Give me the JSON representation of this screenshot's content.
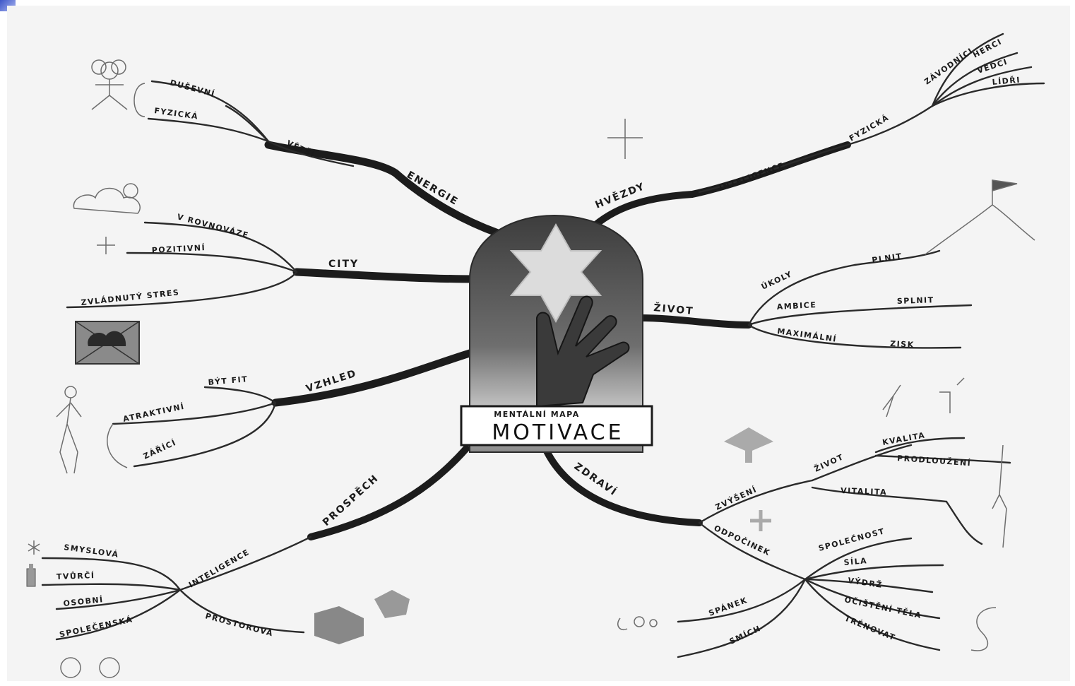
{
  "center": {
    "subtitle": "MENTÁLNÍ MAPA",
    "title": "MOTIVACE"
  },
  "branches": {
    "energie": {
      "label": "ENERGIE",
      "sub": [
        "VĚTŠÍ",
        "DUŠEVNÍ",
        "FYZICKÁ"
      ]
    },
    "hvezdy": {
      "label": "HVĚZDY",
      "sub": [
        "INTELIGENCE",
        "FYZICKÁ",
        "ZÁVODNÍCI",
        "HERCI",
        "VĚDCI",
        "LÍDŘI"
      ]
    },
    "city": {
      "label": "CITY",
      "sub": [
        "V ROVNOVÁZE",
        "POZITIVNÍ",
        "ZVLÁDNUTÝ STRES"
      ]
    },
    "zivot": {
      "label": "ŽIVOT",
      "sub": [
        "ÚKOLY",
        "PLNIT",
        "AMBICE",
        "SPLNIT",
        "MAXIMÁLNÍ",
        "ZISK"
      ]
    },
    "vzhled": {
      "label": "VZHLED",
      "sub": [
        "BÝT FIT",
        "ATRAKTIVNÍ",
        "ZÁŘÍCÍ"
      ]
    },
    "zdravi": {
      "label": "ZDRAVÍ",
      "sub": [
        "ZVÝŠENÍ",
        "ŽIVOT",
        "KVALITA",
        "PRODLOUŽENÍ",
        "VITALITA",
        "ODPOČINEK",
        "SPOLEČNOST",
        "SÍLA",
        "VÝDRŽ",
        "OČIŠTĚNÍ TĚLA",
        "TRÉNOVAT",
        "SPÁNEK",
        "SMÍCH"
      ]
    },
    "prospech": {
      "label": "PROSPĚCH",
      "sub": [
        "INTELIGENCE",
        "SMYSLOVÁ",
        "TVŮRČÍ",
        "OSOBNÍ",
        "SPOLEČENSKÁ",
        "PROSTOROVÁ"
      ]
    }
  },
  "colors": {
    "ink": "#1c1c1c",
    "paper": "#f4f4f4",
    "center_fill": "#5a5a5a",
    "star": "#d9d9d9",
    "accent": "#3d56c8"
  }
}
